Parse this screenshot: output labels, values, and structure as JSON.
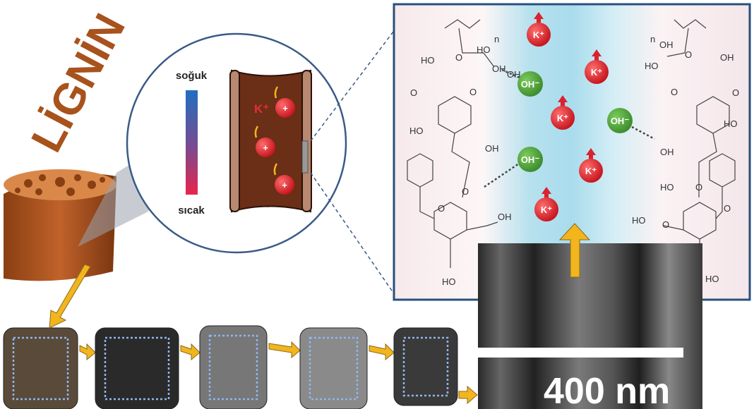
{
  "title": "LİGNİN",
  "gradient_bar": {
    "top_label": "soğuk",
    "bottom_label": "sıcak",
    "top_color": "#1f6fc0",
    "bottom_color": "#e8254a"
  },
  "channel": {
    "ion_label": "K⁺",
    "plus": "+"
  },
  "ions": {
    "potassium": "K⁺",
    "hydroxide": "OH⁻"
  },
  "chem_labels": [
    "HO",
    "OH",
    "O",
    "HO",
    "OH",
    "O",
    "HO",
    "OH",
    "O",
    "O",
    "HO",
    "OH",
    "O",
    "n",
    "n",
    "OH",
    "HO",
    "O",
    "OH",
    "O",
    "HO",
    "OH",
    "HO",
    "O",
    "O",
    "HO",
    "O",
    "O",
    "HO"
  ],
  "scale_bar": {
    "label": "400 nm"
  },
  "colors": {
    "title": "#a8521c",
    "frame": "#27507e",
    "k_ion": "#d9232f",
    "oh_ion": "#4a9e3c",
    "arrow": "#f2b51c"
  }
}
